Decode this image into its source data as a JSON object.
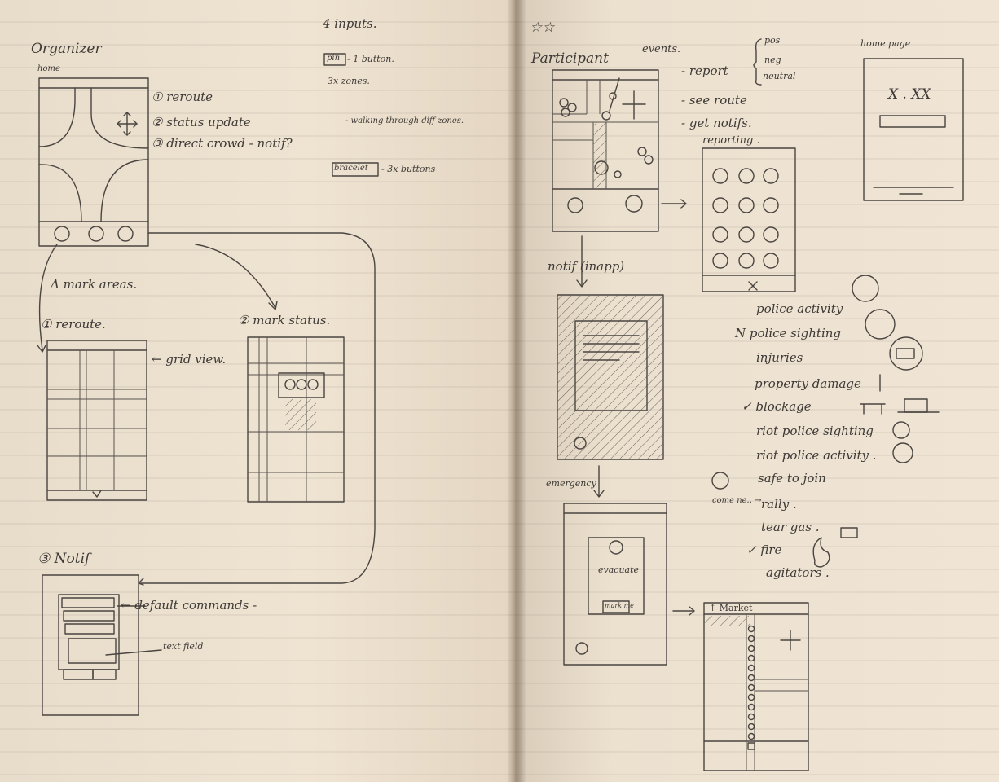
{
  "left_page": {
    "title": "Organizer",
    "home_label": "home",
    "home_list": [
      "① reroute",
      "② status update",
      "③ direct crowd - notif?"
    ],
    "inputs_heading": "4 inputs.",
    "inputs_note_1_box": "pin",
    "inputs_note_1": "- 1 button.",
    "inputs_note_2": "3x zones.",
    "inputs_note_3": "- walking through diff zones.",
    "inputs_note_4_box": "bracelet",
    "inputs_note_4": "- 3x buttons",
    "mark_areas": "Δ mark areas.",
    "reroute_label": "① reroute.",
    "grid_view_label": "← grid view.",
    "mark_status_label": "② mark status.",
    "notif_label": "③ Notif",
    "default_commands_label": "← default commands -",
    "text_field_label": "text field"
  },
  "right_page": {
    "stars": "☆☆",
    "title": "Participant",
    "events_label": "events.",
    "report_label": "- report",
    "report_options": [
      "pos",
      "neg",
      "neutral"
    ],
    "see_route": "- see route",
    "get_notifs": "- get notifs.",
    "homepage_label": "home page",
    "homepage_code": "X . XX",
    "reporting_label": "reporting .",
    "notif_inapp_label": "notif (inapp)",
    "emergency_label": "emergency",
    "evacuate_label": "evacuate",
    "mark_me_label": "mark me",
    "market_label": "↑ Market",
    "report_items": [
      "police activity",
      "N police sighting",
      "injuries",
      "property damage",
      "✓ blockage",
      "riot police sighting",
      "riot police activity .",
      "safe to join",
      "rally .",
      "tear gas .",
      "✓ fire",
      "agitators ."
    ],
    "come_near_label": "come ne.. → "
  }
}
